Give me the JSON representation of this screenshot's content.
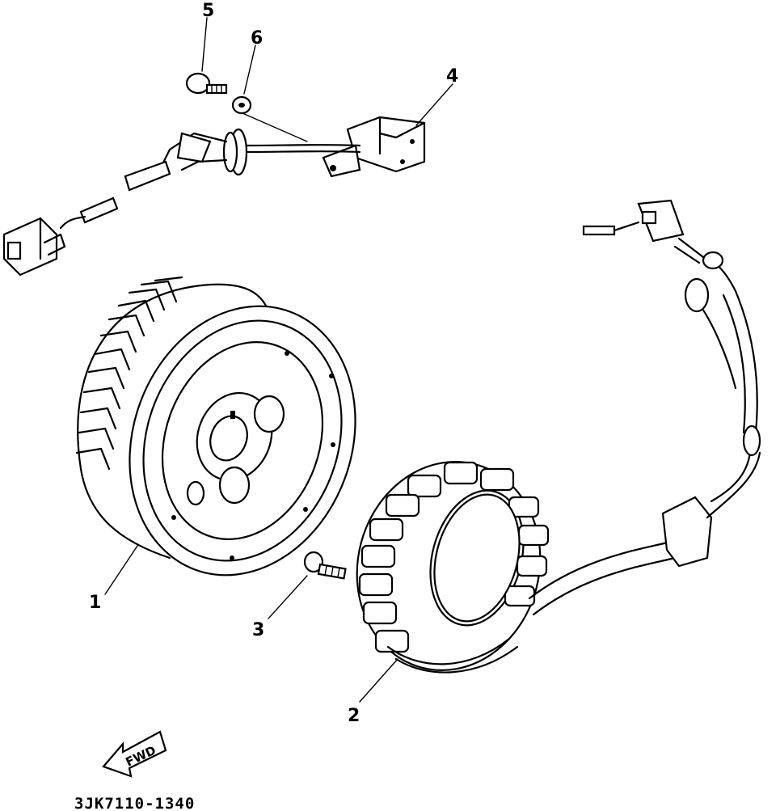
{
  "labels": {
    "p1": "1",
    "p2": "2",
    "p3": "3",
    "p4": "4",
    "p5": "5",
    "p6": "6"
  },
  "fwd": "FWD",
  "drawing_code": "3JK7110-1340"
}
